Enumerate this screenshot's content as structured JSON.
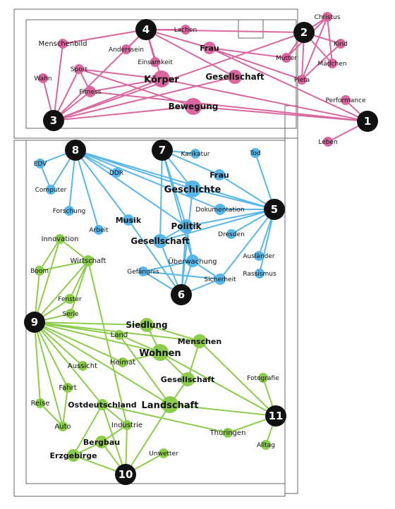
{
  "colors": {
    "pink": "#d9669f",
    "blue": "#58b6e8",
    "green": "#8ccc4c",
    "hub": "#111111",
    "frame": "#555555"
  },
  "hubs": [
    {
      "id": "h1",
      "label": "1"
    },
    {
      "id": "h2",
      "label": "2"
    },
    {
      "id": "h3",
      "label": "3"
    },
    {
      "id": "h4",
      "label": "4"
    },
    {
      "id": "h5",
      "label": "5"
    },
    {
      "id": "h6",
      "label": "6"
    },
    {
      "id": "h7",
      "label": "7"
    },
    {
      "id": "h8",
      "label": "8"
    },
    {
      "id": "h9",
      "label": "9"
    },
    {
      "id": "h10",
      "label": "10"
    },
    {
      "id": "h11",
      "label": "11"
    }
  ],
  "nodes": [
    {
      "id": "christus",
      "label": "Christus",
      "group": "pink"
    },
    {
      "id": "kind",
      "label": "Kind",
      "group": "pink"
    },
    {
      "id": "maedchen",
      "label": "Mädchen",
      "group": "pink"
    },
    {
      "id": "mutter",
      "label": "Mutter",
      "group": "pink"
    },
    {
      "id": "pieta",
      "label": "Pieta",
      "group": "pink"
    },
    {
      "id": "lachen",
      "label": "Lachen",
      "group": "pink"
    },
    {
      "id": "menschenbild",
      "label": "Menschenbild",
      "group": "pink"
    },
    {
      "id": "anderssein",
      "label": "Anderssein",
      "group": "pink"
    },
    {
      "id": "einsamkeit",
      "label": "Einsamkeit",
      "group": "pink"
    },
    {
      "id": "frau1",
      "label": "Frau",
      "group": "pink"
    },
    {
      "id": "wahn",
      "label": "Wahn",
      "group": "pink"
    },
    {
      "id": "sport",
      "label": "Sport",
      "group": "pink"
    },
    {
      "id": "koerper",
      "label": "Körper",
      "group": "pink"
    },
    {
      "id": "gesellschaft1",
      "label": "Gesellschaft",
      "group": "pink"
    },
    {
      "id": "fitness",
      "label": "Fitness",
      "group": "pink"
    },
    {
      "id": "bewegung",
      "label": "Bewegung",
      "group": "pink"
    },
    {
      "id": "performance",
      "label": "Performance",
      "group": "pink"
    },
    {
      "id": "leben",
      "label": "Leben",
      "group": "pink"
    },
    {
      "id": "edv",
      "label": "EDV",
      "group": "blue"
    },
    {
      "id": "karikatur",
      "label": "Karikatur",
      "group": "blue"
    },
    {
      "id": "tod",
      "label": "Tod",
      "group": "blue"
    },
    {
      "id": "ddr",
      "label": "DDR",
      "group": "blue"
    },
    {
      "id": "frau2",
      "label": "Frau",
      "group": "blue"
    },
    {
      "id": "computer",
      "label": "Computer",
      "group": "blue"
    },
    {
      "id": "geschichte",
      "label": "Geschichte",
      "group": "blue"
    },
    {
      "id": "forschung",
      "label": "Forschung",
      "group": "blue"
    },
    {
      "id": "dokumentation",
      "label": "Dokumentation",
      "group": "blue"
    },
    {
      "id": "musik",
      "label": "Musik",
      "group": "blue"
    },
    {
      "id": "politik",
      "label": "Politik",
      "group": "blue"
    },
    {
      "id": "arbeit",
      "label": "Arbeit",
      "group": "blue"
    },
    {
      "id": "dresden",
      "label": "Dresden",
      "group": "blue"
    },
    {
      "id": "gesellschaft2",
      "label": "Gesellschaft",
      "group": "blue"
    },
    {
      "id": "auslaender",
      "label": "Ausländer",
      "group": "blue"
    },
    {
      "id": "ueberwachung",
      "label": "Überwachung",
      "group": "blue"
    },
    {
      "id": "rassismus",
      "label": "Rassismus",
      "group": "blue"
    },
    {
      "id": "gefaengnis",
      "label": "Gefängnis",
      "group": "blue"
    },
    {
      "id": "sicherheit",
      "label": "Sicherheit",
      "group": "blue"
    },
    {
      "id": "innovation",
      "label": "Innovation",
      "group": "green"
    },
    {
      "id": "boom",
      "label": "Boom",
      "group": "green"
    },
    {
      "id": "wirtschaft",
      "label": "Wirtschaft",
      "group": "green"
    },
    {
      "id": "fenster",
      "label": "Fenster",
      "group": "green"
    },
    {
      "id": "serie",
      "label": "Serie",
      "group": "green"
    },
    {
      "id": "siedlung",
      "label": "Siedlung",
      "group": "green"
    },
    {
      "id": "land",
      "label": "Land",
      "group": "green"
    },
    {
      "id": "menschen",
      "label": "Menschen",
      "group": "green"
    },
    {
      "id": "wohnen",
      "label": "Wohnen",
      "group": "green"
    },
    {
      "id": "heimat",
      "label": "Heimat",
      "group": "green"
    },
    {
      "id": "aussicht",
      "label": "Aussicht",
      "group": "green"
    },
    {
      "id": "gesellschaft3",
      "label": "Gesellschaft",
      "group": "green"
    },
    {
      "id": "fotografie",
      "label": "Fotografie",
      "group": "green"
    },
    {
      "id": "fahrt",
      "label": "Fahrt",
      "group": "green"
    },
    {
      "id": "reise",
      "label": "Reise",
      "group": "green"
    },
    {
      "id": "ostdeutschland",
      "label": "Ostdeutschland",
      "group": "green"
    },
    {
      "id": "landschaft",
      "label": "Landschaft",
      "group": "green"
    },
    {
      "id": "auto",
      "label": "Auto",
      "group": "green"
    },
    {
      "id": "industrie",
      "label": "Industrie",
      "group": "green"
    },
    {
      "id": "thueringen",
      "label": "Thüringen",
      "group": "green"
    },
    {
      "id": "alltag",
      "label": "Alltag",
      "group": "green"
    },
    {
      "id": "bergbau",
      "label": "Bergbau",
      "group": "green"
    },
    {
      "id": "erzgebirge",
      "label": "Erzgebirge",
      "group": "green"
    },
    {
      "id": "unwetter",
      "label": "Unwetter",
      "group": "green"
    }
  ],
  "edges": [
    [
      "h4",
      "menschenbild",
      "pink"
    ],
    [
      "h4",
      "anderssein",
      "pink"
    ],
    [
      "h4",
      "einsamkeit",
      "pink"
    ],
    [
      "h4",
      "lachen",
      "pink"
    ],
    [
      "h4",
      "frau1",
      "pink"
    ],
    [
      "h4",
      "koerper",
      "pink"
    ],
    [
      "h4",
      "gesellschaft1",
      "pink"
    ],
    [
      "h4",
      "h3",
      "pink"
    ],
    [
      "h4",
      "h2",
      "pink"
    ],
    [
      "h2",
      "christus",
      "pink"
    ],
    [
      "h2",
      "kind",
      "pink"
    ],
    [
      "h2",
      "maedchen",
      "pink"
    ],
    [
      "h2",
      "mutter",
      "pink"
    ],
    [
      "h2",
      "pieta",
      "pink"
    ],
    [
      "h2",
      "h3",
      "pink"
    ],
    [
      "christus",
      "maedchen",
      "pink"
    ],
    [
      "christus",
      "mutter",
      "pink"
    ],
    [
      "christus",
      "pieta",
      "pink"
    ],
    [
      "kind",
      "pieta",
      "pink"
    ],
    [
      "frau1",
      "mutter",
      "pink"
    ],
    [
      "frau1",
      "pieta",
      "pink"
    ],
    [
      "h3",
      "menschenbild",
      "pink"
    ],
    [
      "h3",
      "wahn",
      "pink"
    ],
    [
      "h3",
      "sport",
      "pink"
    ],
    [
      "h3",
      "fitness",
      "pink"
    ],
    [
      "h3",
      "koerper",
      "pink"
    ],
    [
      "h3",
      "bewegung",
      "pink"
    ],
    [
      "h3",
      "gesellschaft1",
      "pink"
    ],
    [
      "sport",
      "koerper",
      "pink"
    ],
    [
      "sport",
      "bewegung",
      "pink"
    ],
    [
      "sport",
      "fitness",
      "pink"
    ],
    [
      "fitness",
      "koerper",
      "pink"
    ],
    [
      "fitness",
      "h1",
      "pink"
    ],
    [
      "koerper",
      "h1",
      "pink"
    ],
    [
      "frau1",
      "h1",
      "pink"
    ],
    [
      "bewegung",
      "h1",
      "pink"
    ],
    [
      "h1",
      "performance",
      "pink"
    ],
    [
      "h1",
      "leben",
      "pink"
    ],
    [
      "h8",
      "edv",
      "blue"
    ],
    [
      "h8",
      "computer",
      "blue"
    ],
    [
      "h8",
      "forschung",
      "blue"
    ],
    [
      "h8",
      "arbeit",
      "blue"
    ],
    [
      "h8",
      "musik",
      "blue"
    ],
    [
      "h8",
      "ddr",
      "blue"
    ],
    [
      "h8",
      "geschichte",
      "blue"
    ],
    [
      "h8",
      "dokumentation",
      "blue"
    ],
    [
      "h8",
      "politik",
      "blue"
    ],
    [
      "h8",
      "h5",
      "blue"
    ],
    [
      "edv",
      "computer",
      "blue"
    ],
    [
      "h7",
      "karikatur",
      "blue"
    ],
    [
      "h7",
      "frau2",
      "blue"
    ],
    [
      "h7",
      "geschichte",
      "blue"
    ],
    [
      "h7",
      "politik",
      "blue"
    ],
    [
      "h7",
      "gesellschaft2",
      "blue"
    ],
    [
      "h7",
      "ueberwachung",
      "blue"
    ],
    [
      "h5",
      "tod",
      "blue"
    ],
    [
      "h5",
      "frau2",
      "blue"
    ],
    [
      "h5",
      "geschichte",
      "blue"
    ],
    [
      "h5",
      "dokumentation",
      "blue"
    ],
    [
      "h5",
      "politik",
      "blue"
    ],
    [
      "h5",
      "dresden",
      "blue"
    ],
    [
      "h5",
      "auslaender",
      "blue"
    ],
    [
      "h5",
      "rassismus",
      "blue"
    ],
    [
      "h5",
      "gesellschaft2",
      "blue"
    ],
    [
      "h5",
      "sicherheit",
      "blue"
    ],
    [
      "h6",
      "gesellschaft2",
      "blue"
    ],
    [
      "h6",
      "gefaengnis",
      "blue"
    ],
    [
      "h6",
      "sicherheit",
      "blue"
    ],
    [
      "h6",
      "ueberwachung",
      "blue"
    ],
    [
      "h6",
      "politik",
      "blue"
    ],
    [
      "h6",
      "musik",
      "blue"
    ],
    [
      "h6",
      "geschichte",
      "blue"
    ],
    [
      "politik",
      "gesellschaft2",
      "blue"
    ],
    [
      "politik",
      "ueberwachung",
      "blue"
    ],
    [
      "gefaengnis",
      "ueberwachung",
      "blue"
    ],
    [
      "ueberwachung",
      "sicherheit",
      "blue"
    ],
    [
      "gefaengnis",
      "sicherheit",
      "blue"
    ],
    [
      "h9",
      "innovation",
      "green"
    ],
    [
      "h9",
      "boom",
      "green"
    ],
    [
      "h9",
      "wirtschaft",
      "green"
    ],
    [
      "h9",
      "fenster",
      "green"
    ],
    [
      "h9",
      "serie",
      "green"
    ],
    [
      "h9",
      "siedlung",
      "green"
    ],
    [
      "h9",
      "land",
      "green"
    ],
    [
      "h9",
      "wohnen",
      "green"
    ],
    [
      "h9",
      "heimat",
      "green"
    ],
    [
      "h9",
      "aussicht",
      "green"
    ],
    [
      "h9",
      "fahrt",
      "green"
    ],
    [
      "h9",
      "reise",
      "green"
    ],
    [
      "h9",
      "auto",
      "green"
    ],
    [
      "h9",
      "landschaft",
      "green"
    ],
    [
      "h9",
      "ostdeutschland",
      "green"
    ],
    [
      "h9",
      "menschen",
      "green"
    ],
    [
      "innovation",
      "boom",
      "green"
    ],
    [
      "innovation",
      "wirtschaft",
      "green"
    ],
    [
      "boom",
      "wirtschaft",
      "green"
    ],
    [
      "wirtschaft",
      "fenster",
      "green"
    ],
    [
      "wirtschaft",
      "serie",
      "green"
    ],
    [
      "wirtschaft",
      "industrie",
      "green"
    ],
    [
      "siedlung",
      "wohnen",
      "green"
    ],
    [
      "siedlung",
      "menschen",
      "green"
    ],
    [
      "land",
      "wohnen",
      "green"
    ],
    [
      "land",
      "landschaft",
      "green"
    ],
    [
      "heimat",
      "wohnen",
      "green"
    ],
    [
      "wohnen",
      "gesellschaft3",
      "green"
    ],
    [
      "menschen",
      "gesellschaft3",
      "green"
    ],
    [
      "menschen",
      "h11",
      "green"
    ],
    [
      "gesellschaft3",
      "landschaft",
      "green"
    ],
    [
      "wohnen",
      "h11",
      "green"
    ],
    [
      "h11",
      "fotografie",
      "green"
    ],
    [
      "h11",
      "alltag",
      "green"
    ],
    [
      "h11",
      "thueringen",
      "green"
    ],
    [
      "h11",
      "landschaft",
      "green"
    ],
    [
      "ostdeutschland",
      "thueringen",
      "green"
    ],
    [
      "fahrt",
      "auto",
      "green"
    ],
    [
      "reise",
      "auto",
      "green"
    ],
    [
      "ostdeutschland",
      "industrie",
      "green"
    ],
    [
      "ostdeutschland",
      "erzgebirge",
      "green"
    ],
    [
      "h10",
      "bergbau",
      "green"
    ],
    [
      "h10",
      "erzgebirge",
      "green"
    ],
    [
      "h10",
      "industrie",
      "green"
    ],
    [
      "h10",
      "unwetter",
      "green"
    ],
    [
      "h10",
      "landschaft",
      "green"
    ],
    [
      "h10",
      "ostdeutschland",
      "green"
    ],
    [
      "bergbau",
      "erzgebirge",
      "green"
    ],
    [
      "bergbau",
      "industrie",
      "green"
    ]
  ]
}
